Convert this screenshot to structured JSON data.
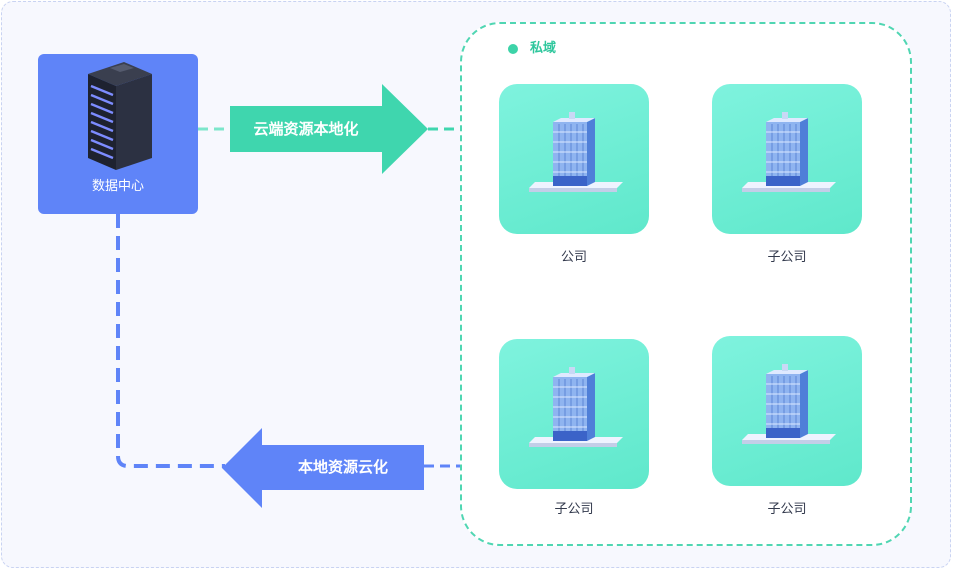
{
  "zone": {
    "label": "私域"
  },
  "data_center": {
    "label": "数据中心",
    "icon": "server-rack-icon"
  },
  "flows": {
    "cloud_to_local": {
      "label": "云端资源本地化",
      "color": "#3fd6ae"
    },
    "local_to_cloud": {
      "label": "本地资源云化",
      "color": "#5f84f8"
    }
  },
  "companies": [
    {
      "label": "公司",
      "icon": "office-building-icon"
    },
    {
      "label": "子公司",
      "icon": "office-building-icon"
    },
    {
      "label": "子公司",
      "icon": "office-building-icon"
    },
    {
      "label": "子公司",
      "icon": "office-building-icon"
    }
  ],
  "colors": {
    "accent_green": "#3dd3a8",
    "accent_blue": "#5f84f8",
    "card_green": "#6eefd6"
  }
}
